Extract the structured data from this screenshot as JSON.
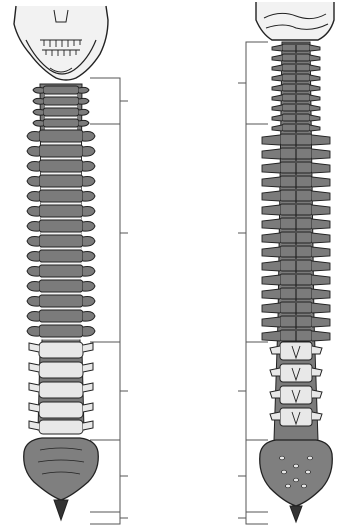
{
  "diagram": {
    "views": [
      {
        "id": "anterior",
        "skull_part": "mandible"
      },
      {
        "id": "posterior",
        "skull_part": "occipital"
      }
    ],
    "region_brackets": 5,
    "colors": {
      "stroke": "#222222",
      "skull_fill": "#f2f2f2",
      "upper_region_fill": "#7b7b7b",
      "lumbar_fill": "#e8e8e8",
      "sacrum_fill": "#7f7f7f",
      "coccyx_fill": "#333333",
      "disc_fill": "#f4f4f4",
      "bracket": "#555555"
    }
  }
}
